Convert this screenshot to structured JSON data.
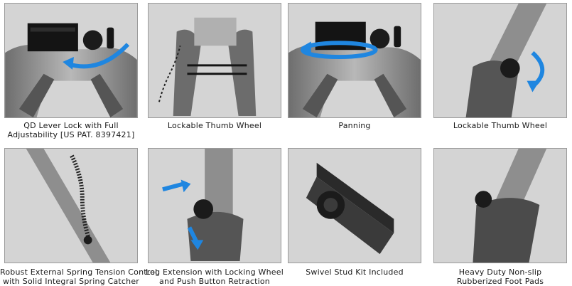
{
  "colors": {
    "arrow_blue": "#1f86e0",
    "metal_dark": "#1c1c1c",
    "metal_grey": "#8e8e8e",
    "background_grey": "#d4d4d4",
    "panel_border": "#9a9a9a",
    "caption_text": "#1a1a1a"
  },
  "panels": [
    {
      "image_subject": "bipod-top-with-qd-lever",
      "caption_lines": [
        "QD Lever Lock with Full",
        "Adjustability [US PAT. 8397421]"
      ]
    },
    {
      "image_subject": "bipod-legs-lockable-wheel",
      "caption_lines": [
        "Lockable Thumb Wheel"
      ]
    },
    {
      "image_subject": "bipod-top-panning",
      "caption_lines": [
        "Panning"
      ]
    },
    {
      "image_subject": "leg-thumb-wheel-closeup",
      "caption_lines": [
        "Lockable Thumb Wheel"
      ]
    },
    {
      "image_subject": "leg-with-external-spring",
      "caption_lines": [
        "Robust External Spring Tension Control",
        "with Solid Integral Spring Catcher"
      ]
    },
    {
      "image_subject": "leg-extension-push-button",
      "caption_lines": [
        "Leg Extension with Locking Wheel",
        "and Push Button Retraction"
      ]
    },
    {
      "image_subject": "swivel-stud-rail-adapter",
      "caption_lines": [
        "Swivel Stud Kit Included"
      ]
    },
    {
      "image_subject": "rubberized-foot-pad",
      "caption_lines": [
        "Heavy Duty Non-slip",
        "Rubberized Foot Pads"
      ]
    }
  ]
}
